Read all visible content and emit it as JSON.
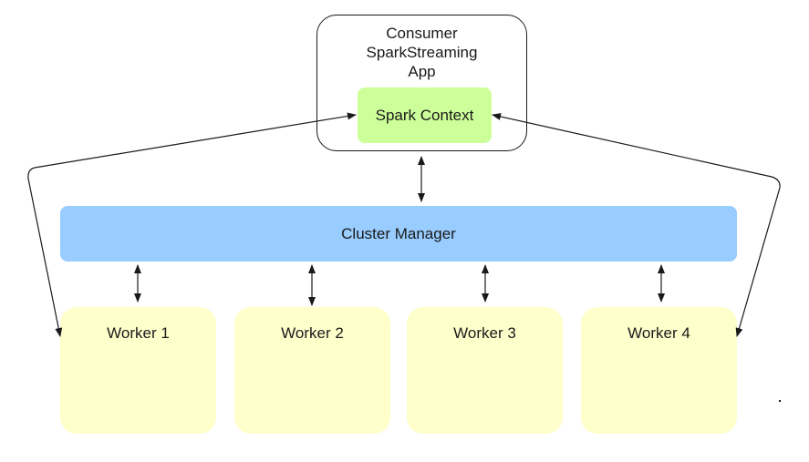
{
  "diagram": {
    "consumer_app": {
      "label": "Consumer\nSparkStreaming\nApp"
    },
    "spark_context": {
      "label": "Spark Context",
      "color": "#ccff99"
    },
    "cluster_manager": {
      "label": "Cluster Manager",
      "color": "#99ccff"
    },
    "workers": [
      {
        "label": "Worker 1"
      },
      {
        "label": "Worker 2"
      },
      {
        "label": "Worker 3"
      },
      {
        "label": "Worker 4"
      }
    ],
    "worker_color": "#ffffcc",
    "line_color": "#1a1a1a"
  }
}
